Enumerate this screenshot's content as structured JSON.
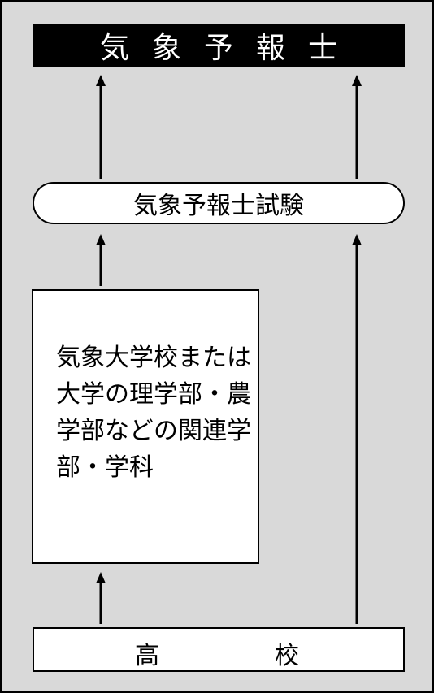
{
  "diagram": {
    "title": "気象予報士",
    "exam": "気象予報士試験",
    "university": "気象大学校または大学の理学部・農学部などの関連学部・学科",
    "high_school_left": "高",
    "high_school_right": "校"
  }
}
